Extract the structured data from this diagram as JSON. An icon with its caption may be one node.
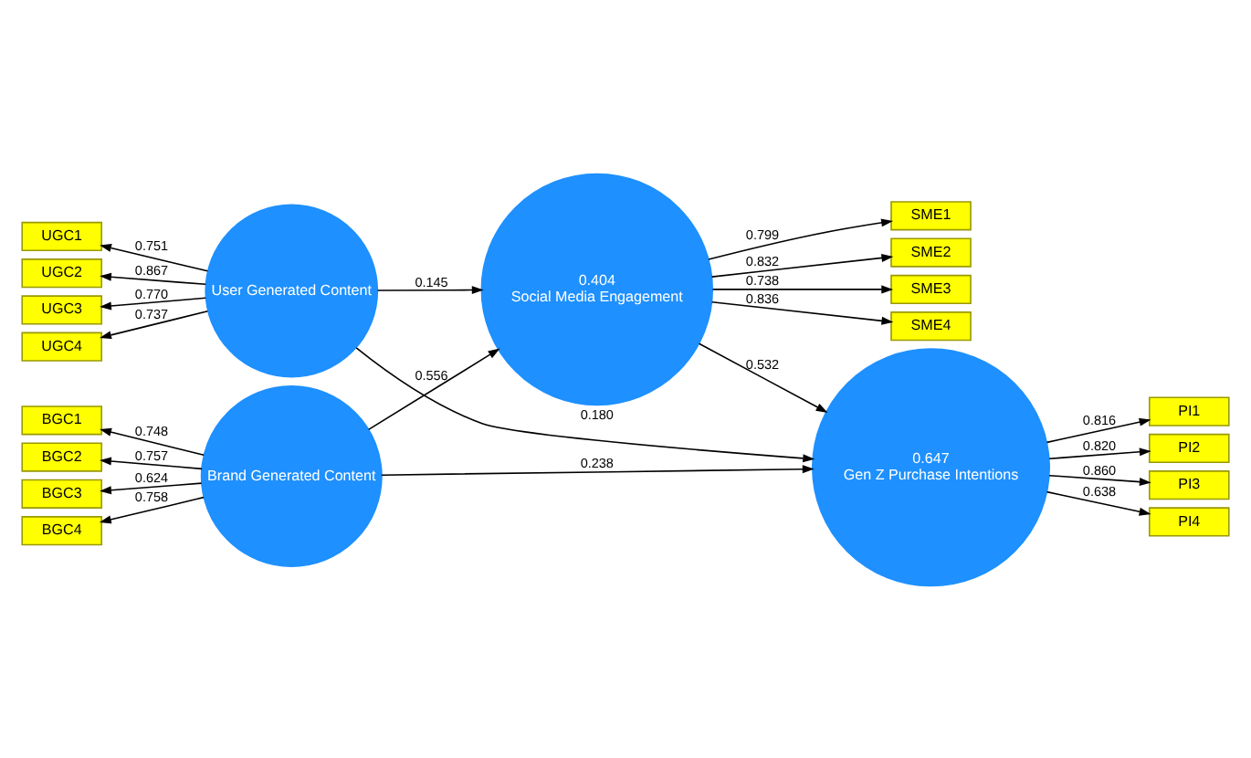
{
  "diagram": {
    "nodes": [
      {
        "text": [
          "BGC1"
        ]
      },
      {
        "text": [
          "BGC2"
        ]
      },
      {
        "text": [
          "BGC3"
        ]
      },
      {
        "text": [
          "BGC4"
        ]
      },
      {
        "text": [
          "Brand Generated Content"
        ]
      },
      {
        "text": [
          "PI1"
        ]
      },
      {
        "text": [
          "PI2"
        ]
      },
      {
        "text": [
          "PI3"
        ]
      },
      {
        "text": [
          "PI4"
        ]
      },
      {
        "text": [
          "0.647",
          "Gen Z Purchase Intentions"
        ]
      },
      {
        "text": [
          "UGC1"
        ]
      },
      {
        "text": [
          "UGC2"
        ]
      },
      {
        "text": [
          "UGC3"
        ]
      },
      {
        "text": [
          "UGC4"
        ]
      },
      {
        "text": [
          "User Generated Content"
        ]
      },
      {
        "text": [
          "SME1"
        ]
      },
      {
        "text": [
          "SME2"
        ]
      },
      {
        "text": [
          "SME3"
        ]
      },
      {
        "text": [
          "SME4"
        ]
      },
      {
        "text": [
          "0.404",
          "Social Media Engagement"
        ]
      }
    ],
    "edges": [
      {
        "from": 4,
        "to": 0,
        "arrow": "to",
        "label": "0.748"
      },
      {
        "from": 4,
        "to": 1,
        "arrow": "to",
        "label": "0.757"
      },
      {
        "from": 4,
        "to": 2,
        "arrow": "to",
        "label": "0.624"
      },
      {
        "from": 4,
        "to": 3,
        "arrow": "to",
        "label": "0.758"
      },
      {
        "from": 4,
        "to": 9,
        "arrow": "to",
        "label": "0.238"
      },
      {
        "from": 4,
        "to": 19,
        "arrow": "to",
        "label": "0.556"
      },
      {
        "from": 14,
        "to": 10,
        "arrow": "to",
        "label": "0.751"
      },
      {
        "from": 14,
        "to": 11,
        "arrow": "to",
        "label": "0.867"
      },
      {
        "from": 14,
        "to": 12,
        "arrow": "to",
        "label": "0.770"
      },
      {
        "from": 14,
        "to": 13,
        "arrow": "to",
        "label": "0.737"
      },
      {
        "from": 14,
        "to": 9,
        "arrow": "to",
        "label": "0.180"
      },
      {
        "from": 14,
        "to": 19,
        "arrow": "to",
        "label": "0.145"
      },
      {
        "from": 19,
        "to": 9,
        "arrow": "to",
        "label": "0.532"
      },
      {
        "from": 9,
        "to": 5,
        "arrow": "to",
        "label": "0.816"
      },
      {
        "from": 9,
        "to": 6,
        "arrow": "to",
        "label": "0.820"
      },
      {
        "from": 9,
        "to": 7,
        "arrow": "to",
        "label": "0.860"
      },
      {
        "from": 9,
        "to": 8,
        "arrow": "to",
        "label": "0.638"
      },
      {
        "from": 19,
        "to": 15,
        "arrow": "to",
        "label": "0.799"
      },
      {
        "from": 19,
        "to": 16,
        "arrow": "to",
        "label": "0.832"
      },
      {
        "from": 19,
        "to": 17,
        "arrow": "to",
        "label": "0.738"
      },
      {
        "from": 19,
        "to": 18,
        "arrow": "to",
        "label": "0.836"
      }
    ]
  }
}
